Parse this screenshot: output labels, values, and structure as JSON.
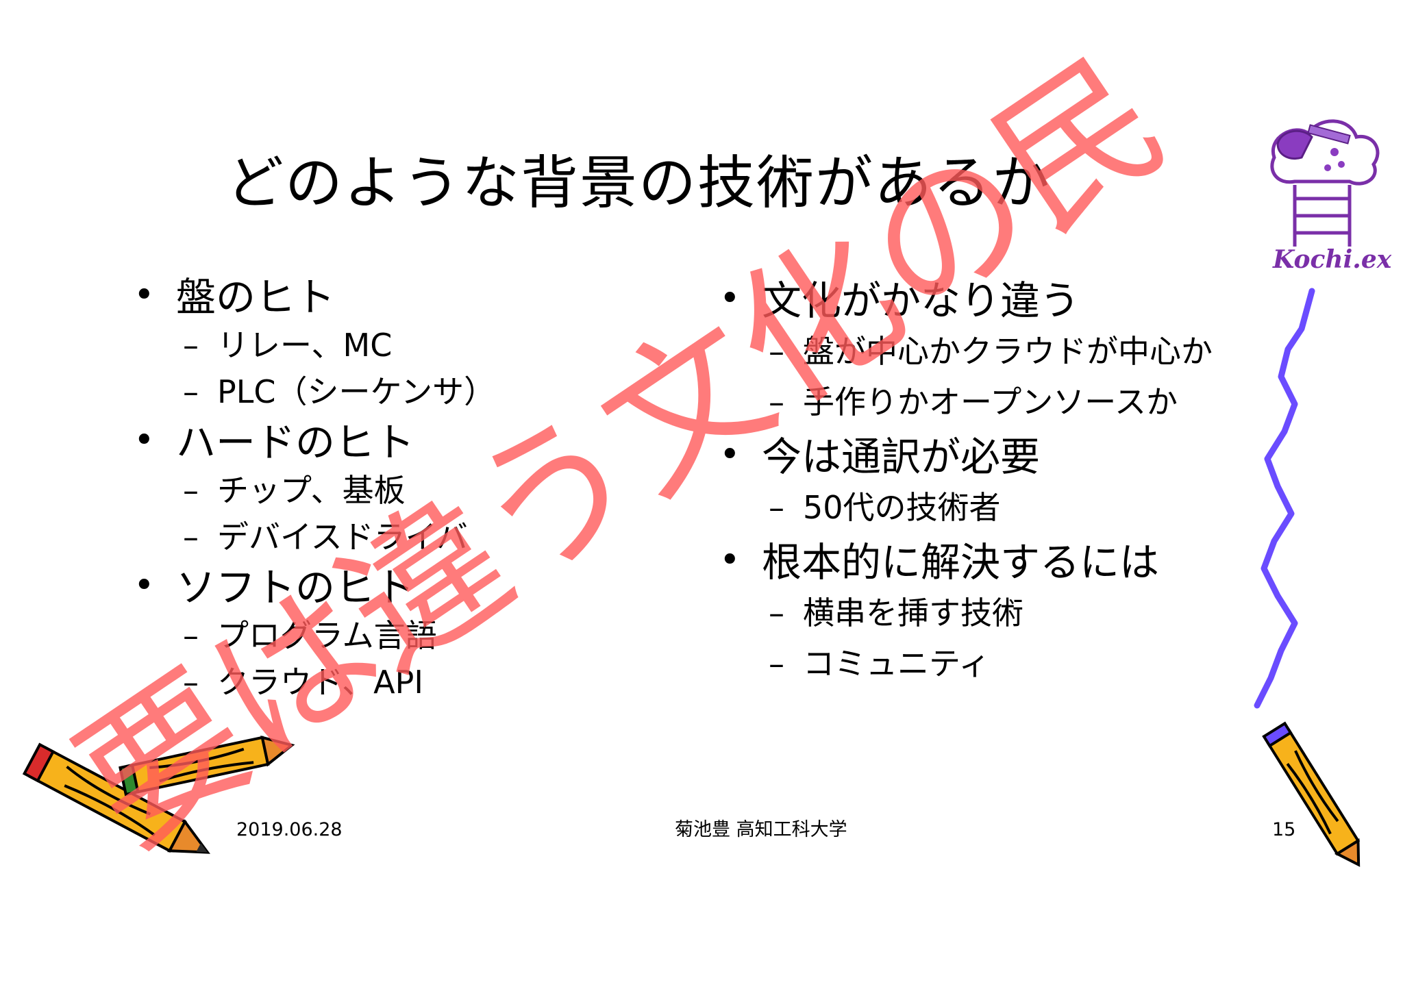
{
  "title": "どのような背景の技術があるか",
  "left_column": {
    "items": [
      {
        "label": "盤のヒト",
        "subs": [
          "リレー、MC",
          "PLC（シーケンサ）"
        ]
      },
      {
        "label": "ハードのヒト",
        "subs": [
          "チップ、基板",
          "デバイスドライバ"
        ]
      },
      {
        "label": "ソフトのヒト",
        "subs": [
          "プログラム言語",
          "クラウド、API"
        ]
      }
    ]
  },
  "right_column": {
    "items": [
      {
        "label": "文化がかなり違う",
        "subs": [
          "盤が中心かクラウドが中心か",
          "手作りかオープンソースか"
        ]
      },
      {
        "label": "今は通訳が必要",
        "subs": [
          "50代の技術者"
        ]
      },
      {
        "label": "根本的に解決するには",
        "subs": [
          "横串を挿す技術",
          "コミュニティ"
        ]
      }
    ]
  },
  "overlay_text": "要は違う文化の民",
  "logo_text": "Kochi.ex",
  "footer": {
    "date": "2019.06.28",
    "author": "菊池豊 高知工科大学",
    "page": "15"
  },
  "colors": {
    "overlay": "#ff5a5a",
    "logo": "#7a2fa8",
    "wavy_line": "#6a4cff",
    "pencil_body": "#f7b21b"
  },
  "icons": [
    "pencil-icon",
    "kochi-ex-logo-icon",
    "wavy-line-icon"
  ]
}
